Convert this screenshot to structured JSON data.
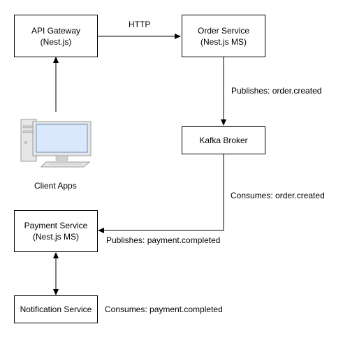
{
  "nodes": {
    "api_gateway": {
      "line1": "API Gateway",
      "line2": "(Nest.js)"
    },
    "order_service": {
      "line1": "Order Service",
      "line2": "(Nest.js MS)"
    },
    "kafka_broker": {
      "line1": "Kafka Broker"
    },
    "payment_service": {
      "line1": "Payment Service",
      "line2": "(Nest.js MS)"
    },
    "notification_service": {
      "line1": "Notification Service"
    },
    "client_apps": {
      "label": "Client Apps"
    }
  },
  "edges": {
    "http": "HTTP",
    "publishes_order": "Publishes: order.created",
    "consumes_order": "Consumes: order.created",
    "publishes_payment": "Publishes: payment.completed",
    "consumes_payment": "Consumes: payment.completed"
  },
  "colors": {
    "stroke": "#000000",
    "monitor_fill": "#dae8fc",
    "monitor_stroke": "#6c8ebf",
    "tower_fill": "#e6e6e6"
  },
  "icons": {
    "client_apps": "desktop-computer-icon"
  }
}
